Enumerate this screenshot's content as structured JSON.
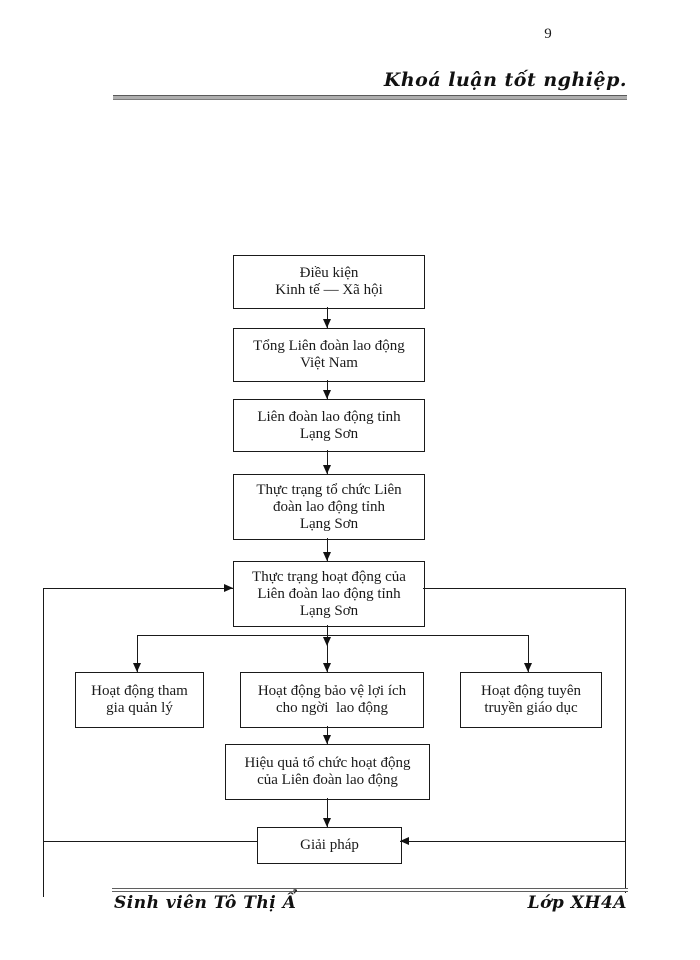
{
  "page": {
    "number": "9",
    "header_title": "Khoá luận tốt nghiệp.",
    "footer_left": "Sinh viên Tô Thị Ẩ",
    "footer_right": "Lớp XH4A"
  },
  "diagram": {
    "type": "flowchart",
    "nodes": [
      {
        "id": "dieu-kien",
        "lines": [
          "Điều kiện",
          "Kinh tế — Xã hội"
        ]
      },
      {
        "id": "tong-lien-doan",
        "lines": [
          "Tổng Liên đoàn lao động",
          "Việt Nam"
        ]
      },
      {
        "id": "lien-doan-tinh",
        "lines": [
          "Liên đoàn lao động tỉnh",
          "Lạng Sơn"
        ]
      },
      {
        "id": "thuc-trang-to-chuc",
        "lines": [
          "Thực trạng tổ chức Liên",
          "đoàn lao động tỉnh",
          "Lạng Sơn"
        ]
      },
      {
        "id": "thuc-trang-hoat-dong",
        "lines": [
          "Thực trạng hoạt động của",
          "Liên đoàn lao động tỉnh",
          "Lạng Sơn"
        ]
      },
      {
        "id": "tham-gia-quan-ly",
        "lines": [
          "Hoạt động tham",
          "gia quản lý"
        ]
      },
      {
        "id": "bao-ve-loi-ich",
        "lines": [
          "Hoạt động bảo vệ lợi ích",
          "cho ngời  lao động"
        ]
      },
      {
        "id": "tuyen-truyen",
        "lines": [
          "Hoạt động tuyên",
          "truyền giáo dục"
        ]
      },
      {
        "id": "hieu-qua",
        "lines": [
          "Hiệu quả tổ chức hoạt động",
          "của Liên đoàn lao động"
        ]
      },
      {
        "id": "giai-phap",
        "lines": [
          "Giải pháp"
        ]
      }
    ],
    "edges": [
      "dieu-kien -> tong-lien-doan",
      "tong-lien-doan -> lien-doan-tinh",
      "lien-doan-tinh -> thuc-trang-to-chuc",
      "thuc-trang-to-chuc -> thuc-trang-hoat-dong",
      "thuc-trang-hoat-dong -> tham-gia-quan-ly",
      "thuc-trang-hoat-dong -> bao-ve-loi-ich",
      "thuc-trang-hoat-dong -> tuyen-truyen",
      "bao-ve-loi-ich -> hieu-qua",
      "hieu-qua -> giai-phap",
      "thuc-trang-hoat-dong -> giai-phap (right loop)",
      "giai-phap -> thuc-trang-hoat-dong (left loop)"
    ],
    "line_color": "#1a1a1a"
  }
}
